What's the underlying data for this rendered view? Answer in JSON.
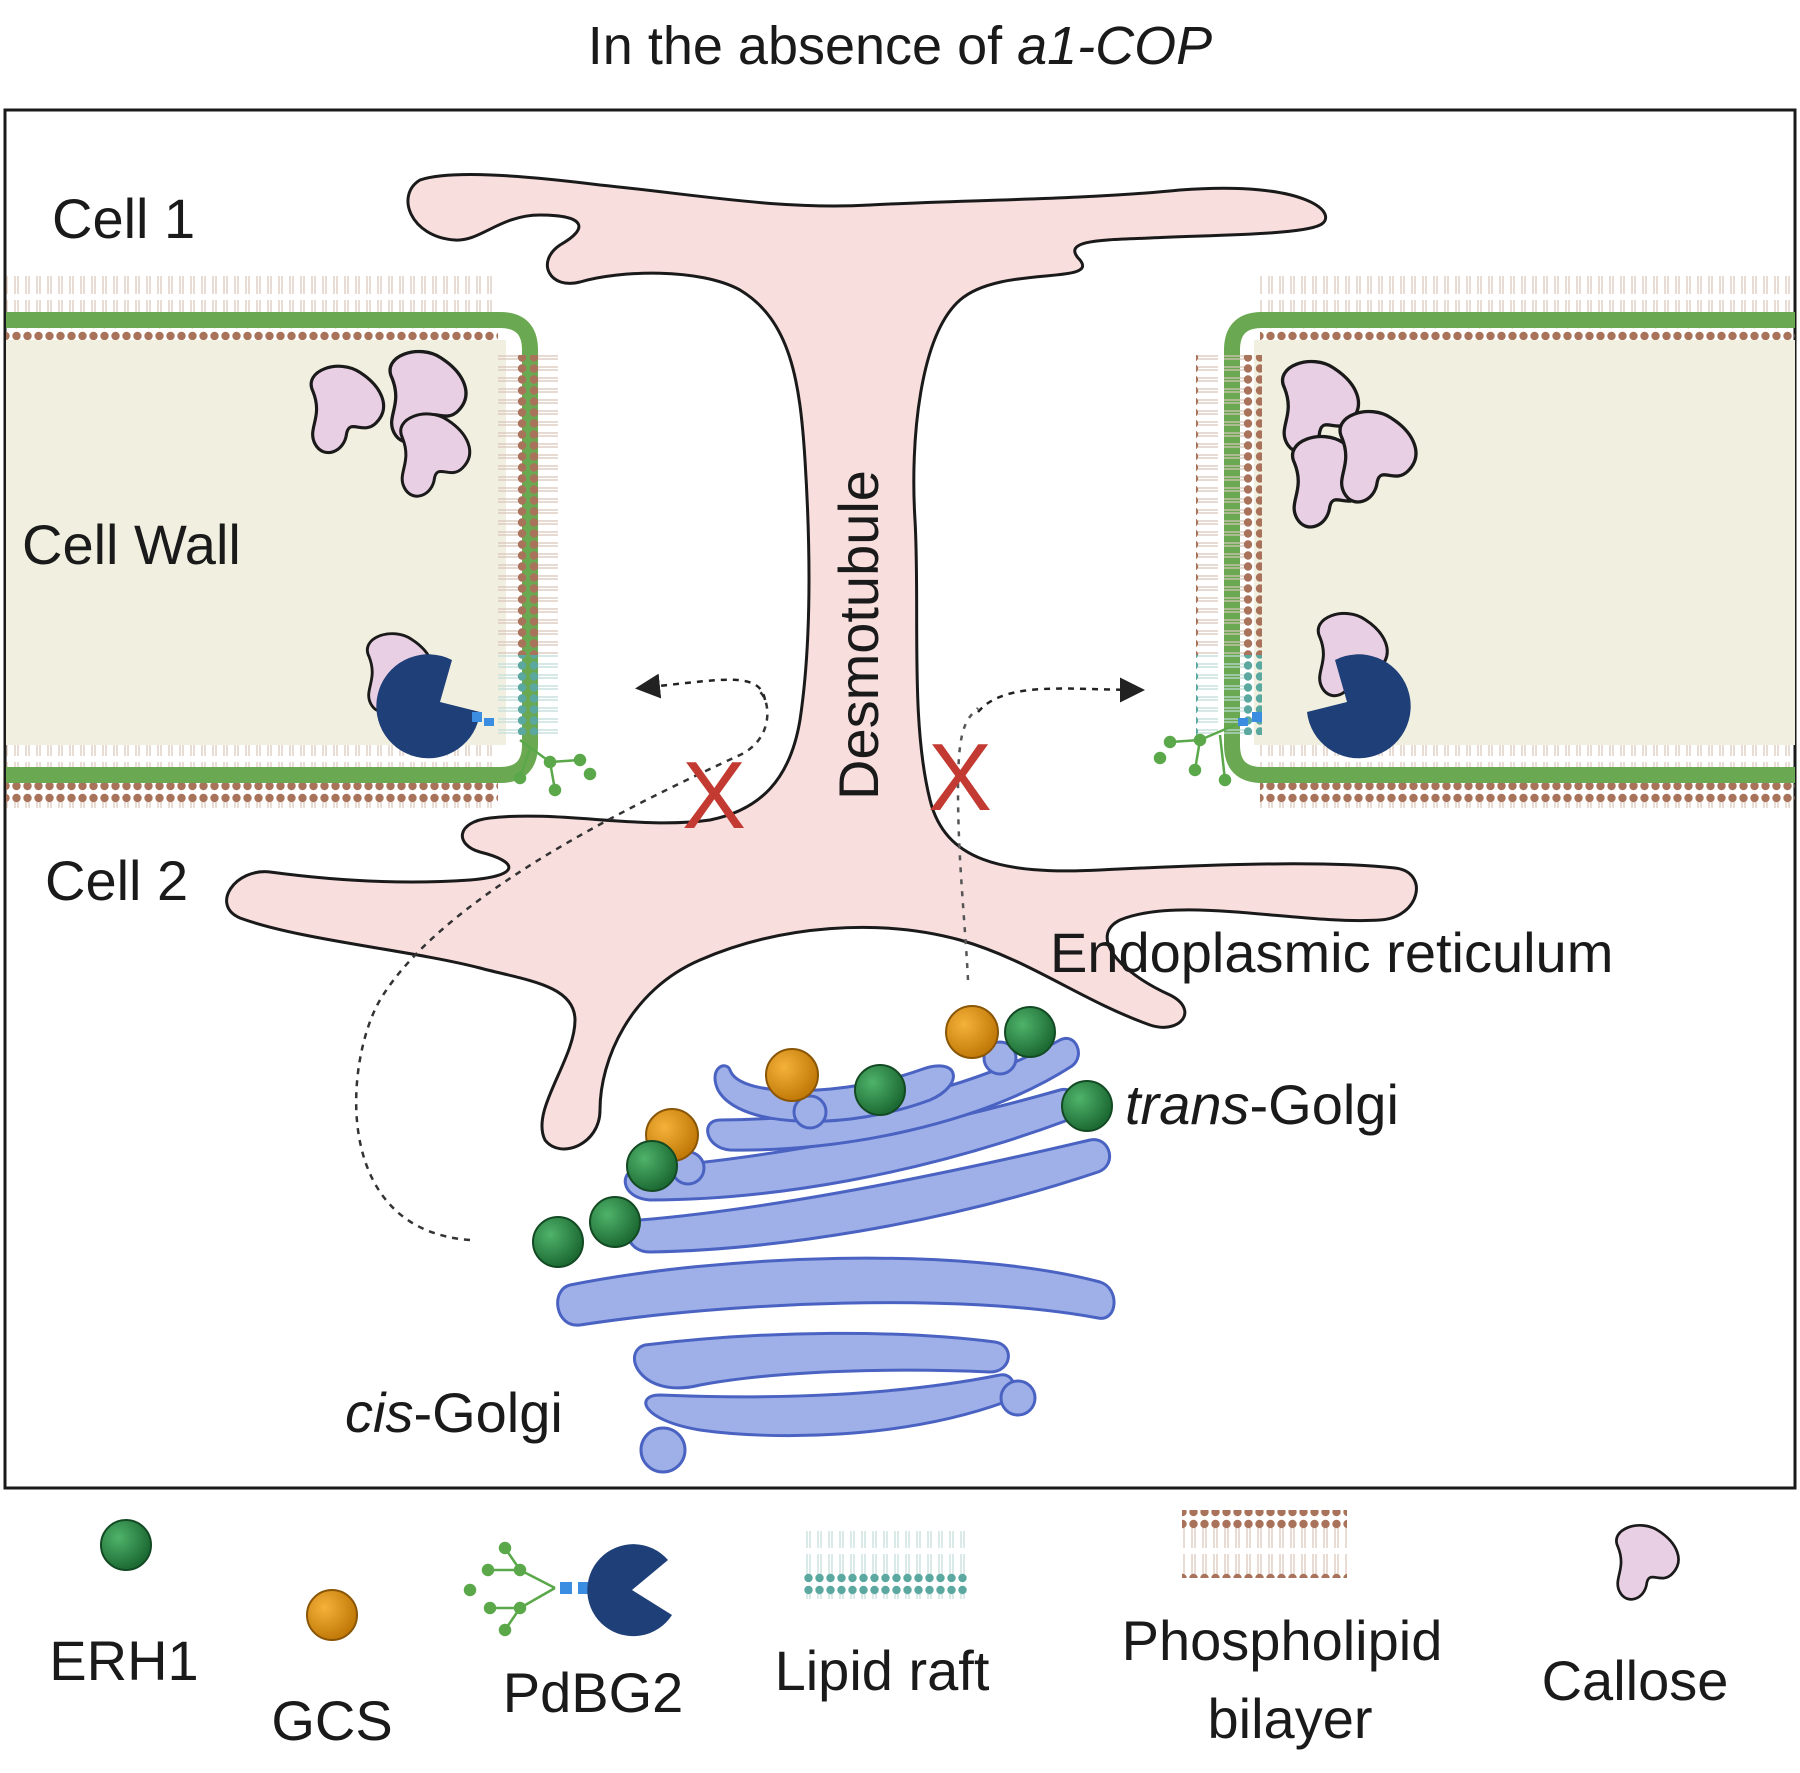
{
  "title": {
    "prefix": "In the absence of ",
    "gene": "a1-COP"
  },
  "labels": {
    "cell1": "Cell 1",
    "cell2": "Cell 2",
    "cell_wall": "Cell Wall",
    "desmotubule": "Desmotubule",
    "er": "Endoplasmic reticulum",
    "trans_golgi_italic": "trans",
    "trans_golgi_rest": "-Golgi",
    "cis_golgi_italic": "cis",
    "cis_golgi_rest": "-Golgi",
    "blocked_mark": "X"
  },
  "legend": {
    "erh1": "ERH1",
    "gcs": "GCS",
    "pdbg2": "PdBG2",
    "lipid_raft": "Lipid raft",
    "phospholipid_line1": "Phospholipid",
    "phospholipid_line2": "bilayer",
    "callose": "Callose"
  },
  "colors": {
    "erh1": "#2e8b45",
    "gcs": "#e0950e",
    "pdbg2": "#1f3f78",
    "lipid_raft": "#5aa8a0",
    "phospholipid": "#a8735a",
    "callose": "#e9cfe3",
    "cell_wall": "#f1f0e0",
    "membrane_green": "#6aa851",
    "er": "#f9dede",
    "golgi": "#9fb0e8",
    "block": "#c23a32"
  }
}
